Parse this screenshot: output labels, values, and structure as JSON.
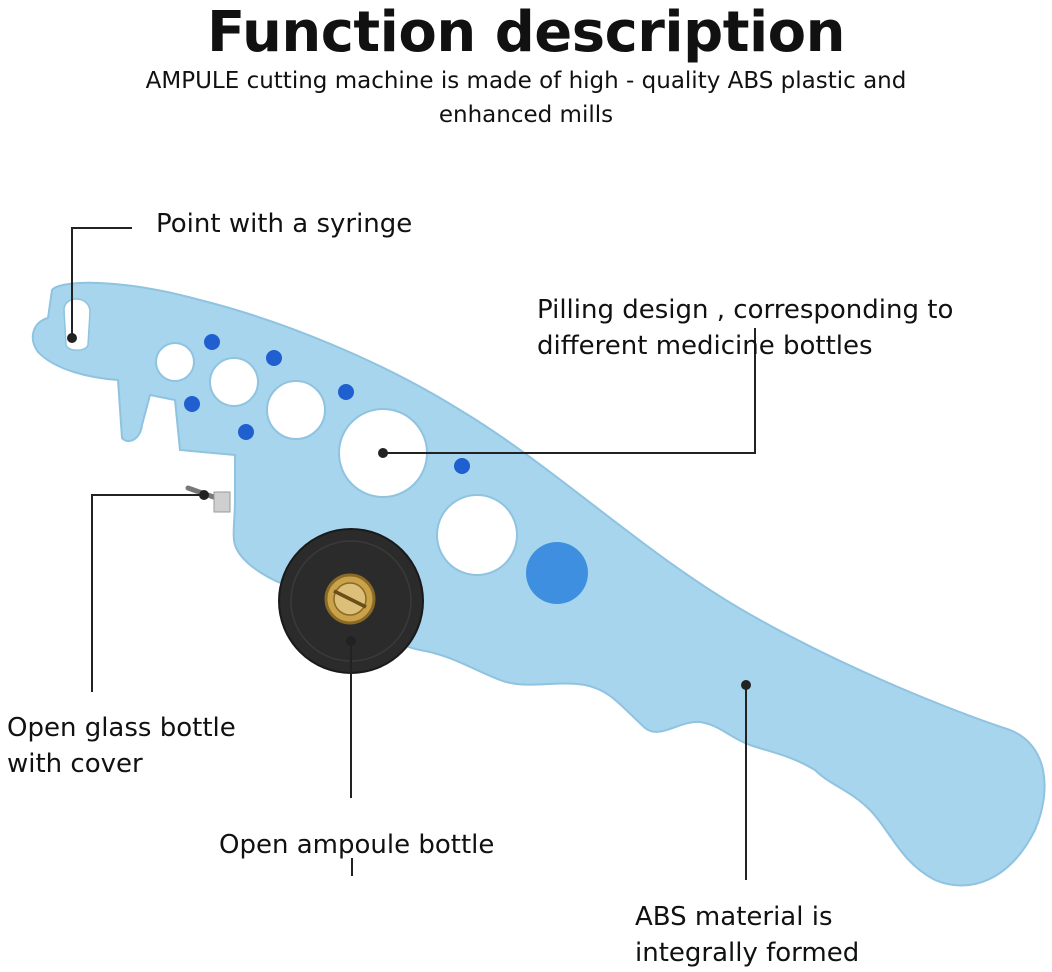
{
  "header": {
    "title": "Function description",
    "subtitle_line1": "AMPULE cutting machine is made of high - quality ABS plastic and",
    "subtitle_line2": "enhanced mills"
  },
  "callouts": {
    "syringe": "Point with a syringe",
    "pilling_line1": "Pilling design , corresponding to",
    "pilling_line2": "different medicine bottles",
    "glass_line1": "Open glass bottle",
    "glass_line2": "with cover",
    "ampoule": "Open ampoule bottle",
    "abs_line1": "ABS material is",
    "abs_line2": "integrally formed"
  },
  "colors": {
    "tool_body": "#a7d5ee",
    "tool_edge": "#8fc3e0",
    "small_dots": "#1f5fd0",
    "filled_hole": "#3f8fe0",
    "wheel": "#2b2b2b",
    "screw": "#c9a24a",
    "leader_line": "#222222"
  },
  "icons": {
    "tool": "ampoule-opener-illustration",
    "wheel": "cutting-wheel",
    "screw": "brass-screw"
  }
}
